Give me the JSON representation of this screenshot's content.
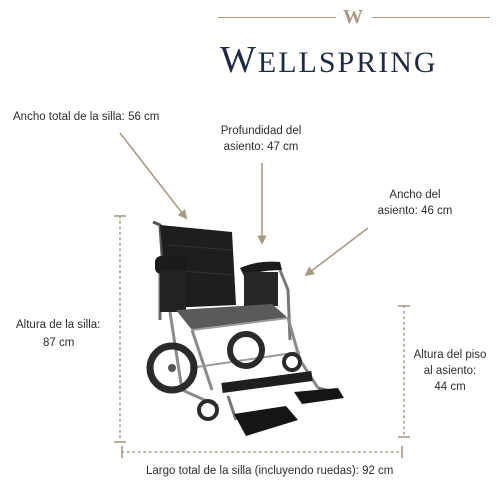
{
  "brand": {
    "logo_letter": "W",
    "name_first": "W",
    "name_rest": "ELLSPRING"
  },
  "colors": {
    "accent": "#a89a86",
    "brand": "#1f2a44",
    "text": "#2d2d2d"
  },
  "labels": {
    "total_width": "Ancho total de la silla: 56 cm",
    "seat_depth_line1": "Profundidad del",
    "seat_depth_line2": "asiento: 47 cm",
    "seat_width_line1": "Ancho del",
    "seat_width_line2": "asiento: 46 cm",
    "chair_height_line1": "Altura de la silla:",
    "chair_height_line2": "87 cm",
    "seat_height_line1": "Altura del piso",
    "seat_height_line2": "al asiento:",
    "seat_height_line3": "44 cm",
    "total_length": "Largo total de la silla (incluyendo ruedas): 92 cm"
  }
}
